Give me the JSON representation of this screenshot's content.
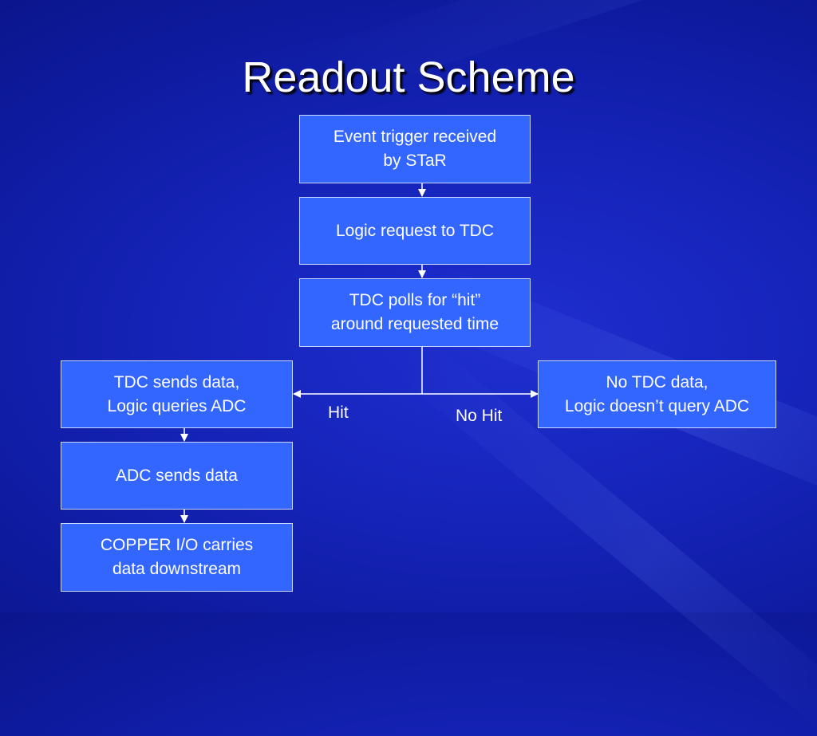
{
  "title": "Readout Scheme",
  "nodes": {
    "event_trigger": "Event trigger received\nby STaR",
    "logic_request": "Logic request to TDC",
    "tdc_polls": "TDC polls for “hit”\naround requested time",
    "tdc_sends": "TDC sends data,\nLogic queries ADC",
    "no_tdc_data": "No TDC data,\nLogic doesn’t query ADC",
    "adc_sends": "ADC sends data",
    "copper_io": "COPPER I/O carries\ndata downstream"
  },
  "edge_labels": {
    "hit": "Hit",
    "no_hit": "No Hit"
  },
  "colors": {
    "box_fill": "#3366ff",
    "box_border": "#c9d6ff",
    "connector": "#ffffff",
    "text": "#ffffff"
  }
}
